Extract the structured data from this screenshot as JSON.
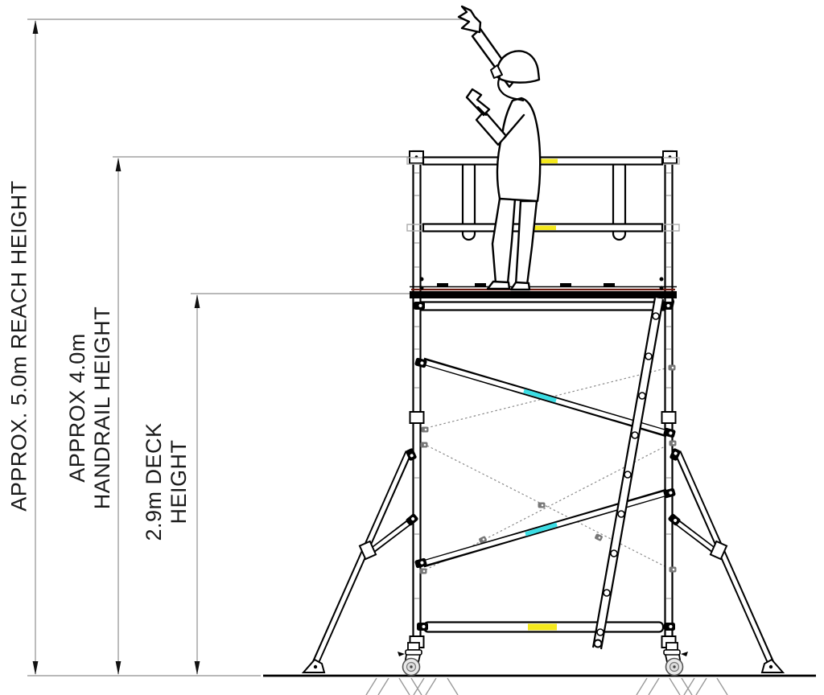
{
  "annotations": {
    "reach_label": "APPROX. 5.0m REACH HEIGHT",
    "handrail_label_line1": "APPROX 4.0m",
    "handrail_label_line2": "HANDRAIL HEIGHT",
    "deck_label_line1": "2.9m DECK",
    "deck_label_line2": "HEIGHT"
  },
  "colors": {
    "ink": "#111111",
    "dimension_gray": "#8f8f8f",
    "highlight_yellow": "#f4e81c",
    "highlight_cyan": "#3bdde4",
    "deck_edge_red": "#6b1a10",
    "hatch_gray": "#9a9a9a",
    "wheel_gray": "#e9e9e9"
  }
}
